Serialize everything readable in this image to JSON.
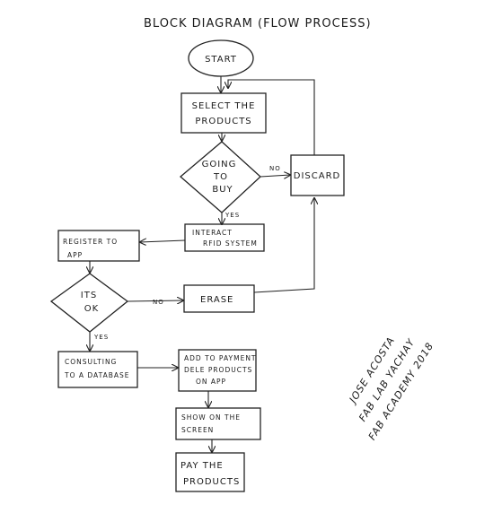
{
  "title": "BLOCK DIAGRAM (FLOW PROCESS)",
  "nodes": {
    "start": [
      "START"
    ],
    "select": [
      "SELECT THE",
      "PRODUCTS"
    ],
    "going": [
      "GOING",
      "TO",
      "BUY"
    ],
    "discard": [
      "DISCARD"
    ],
    "rfid": [
      "INTERACT",
      "RFID SYSTEM"
    ],
    "register": [
      "REGISTER TO",
      "APP"
    ],
    "ok": [
      "ITS",
      "OK"
    ],
    "erase": [
      "ERASE"
    ],
    "consult": [
      "CONSULTING",
      "TO A DATABASE"
    ],
    "addpay": [
      "ADD TO PAYMENT",
      "DELE PRODUCTS",
      "ON APP"
    ],
    "show": [
      "SHOW ON THE",
      "SCREEN"
    ],
    "pay": [
      "PAY THE",
      "PRODUCTS"
    ]
  },
  "edge_labels": {
    "going_no": "NO",
    "going_yes": "YES",
    "ok_no": "NO",
    "ok_yes": "YES"
  },
  "signature": [
    "JOSE ACOSTA",
    "FAB LAB YACHAY",
    "FAB ACADEMY 2018"
  ]
}
